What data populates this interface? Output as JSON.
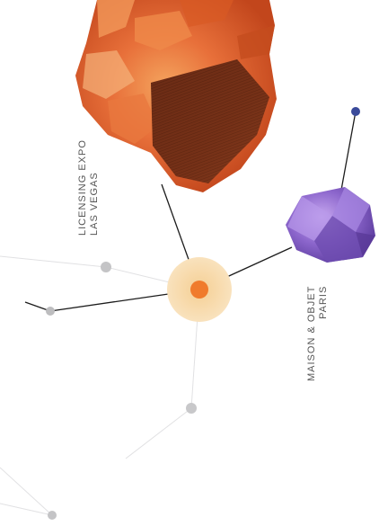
{
  "labels": {
    "licensing_line1": "LICENSING EXPO",
    "licensing_line2": "LAS VEGAS",
    "maison_line1": "MAISON & OBJET",
    "maison_line2": "PARIS"
  },
  "colors": {
    "hub_halo": "#f6d7a4",
    "hub_core": "#f07b2c",
    "navy_dot": "#3a4a9a",
    "grey_dot": "#c4c4c6",
    "line_dark": "#1c1c1c",
    "line_light": "#dcdcdc",
    "orange_crystal": "#e0632c",
    "purple_crystal": "#8a63c8"
  },
  "icons": {
    "orange_gem": "orange-crystal-icon",
    "purple_gem": "purple-amethyst-icon"
  }
}
